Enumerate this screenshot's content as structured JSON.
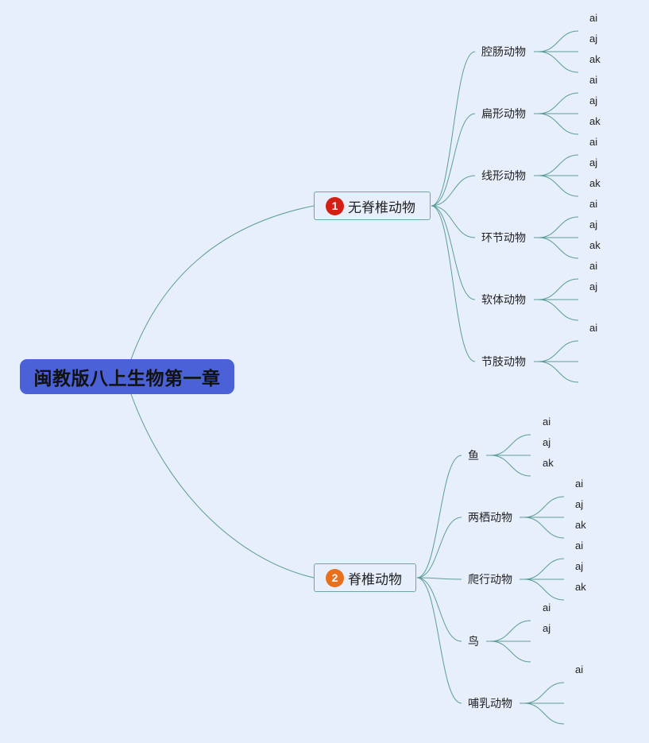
{
  "root": {
    "label": "闽教版八上生物第一章"
  },
  "colors": {
    "badge_1": "#d41f14",
    "badge_2": "#e8701a",
    "root_bg": "#4a61d8",
    "line": "#5b9e96"
  },
  "branches": [
    {
      "number": "1",
      "label": "无脊椎动物",
      "topics": [
        {
          "label": "腔肠动物",
          "leaves": [
            "ai",
            "aj",
            "ak"
          ]
        },
        {
          "label": "扁形动物",
          "leaves": [
            "ai",
            "aj",
            "ak"
          ]
        },
        {
          "label": "线形动物",
          "leaves": [
            "ai",
            "aj",
            "ak"
          ]
        },
        {
          "label": "环节动物",
          "leaves": [
            "ai",
            "aj",
            "ak"
          ]
        },
        {
          "label": "软体动物",
          "leaves": [
            "ai",
            "aj",
            ""
          ]
        },
        {
          "label": "节肢动物",
          "leaves": [
            "ai",
            "",
            ""
          ]
        }
      ]
    },
    {
      "number": "2",
      "label": "脊椎动物",
      "topics": [
        {
          "label": "鱼",
          "leaves": [
            "ai",
            "aj",
            "ak"
          ]
        },
        {
          "label": "两栖动物",
          "leaves": [
            "ai",
            "aj",
            "ak"
          ]
        },
        {
          "label": "爬行动物",
          "leaves": [
            "ai",
            "aj",
            "ak"
          ]
        },
        {
          "label": "鸟",
          "leaves": [
            "ai",
            "aj",
            ""
          ]
        },
        {
          "label": "哺乳动物",
          "leaves": [
            "ai",
            "",
            ""
          ]
        }
      ]
    }
  ]
}
